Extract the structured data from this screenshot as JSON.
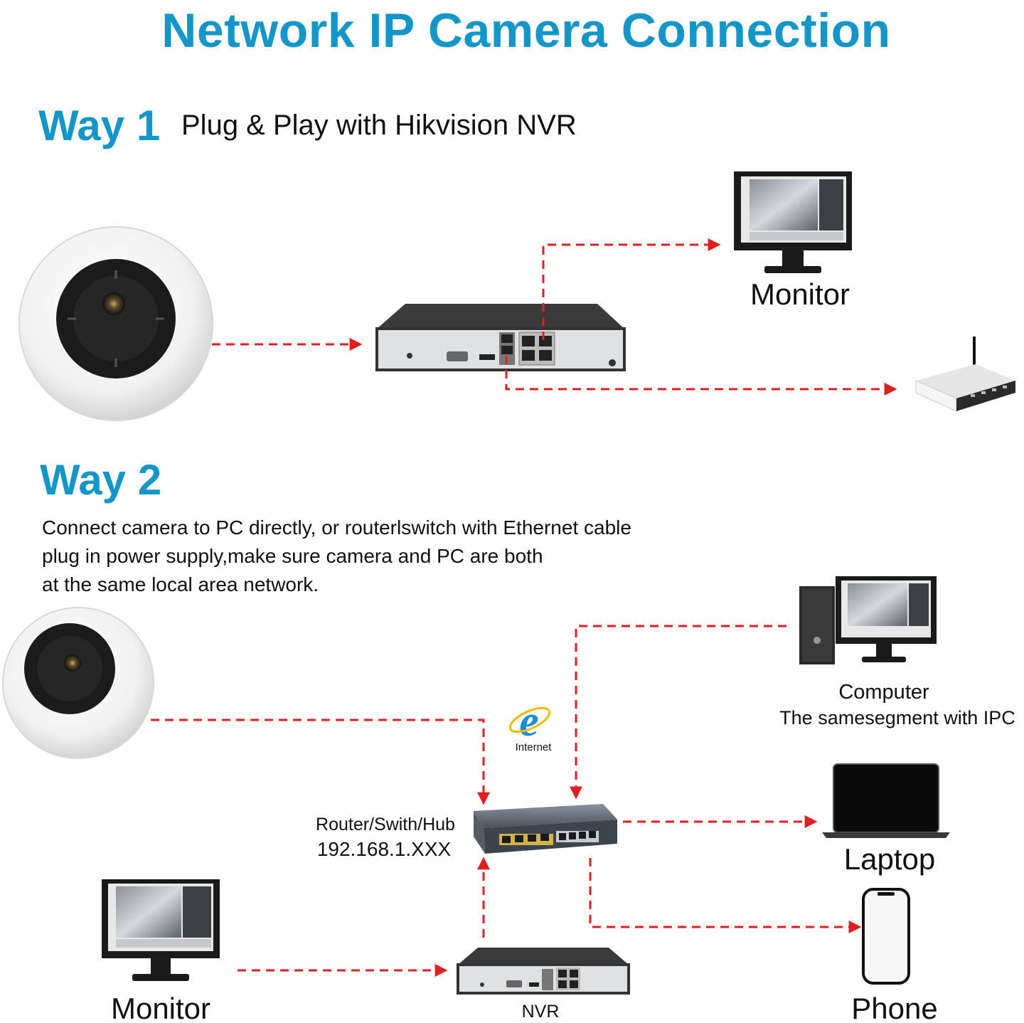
{
  "title": "Network IP Camera Connection",
  "way1": {
    "label": "Way 1",
    "subtitle": "Plug & Play with Hikvision NVR",
    "monitor_label": "Monitor"
  },
  "way2": {
    "label": "Way 2",
    "description": [
      "Connect camera to PC directly, or routerlswitch with Ethernet cable",
      "plug in power supply,make sure camera and PC are both",
      "at the same local area network."
    ],
    "computer_label": "Computer",
    "computer_sublabel": "The samesegment with IPC",
    "internet_label": "Internet",
    "router_label": "Router/Swith/Hub",
    "router_ip": "192.168.1.XXX",
    "laptop_label": "Laptop",
    "phone_label": "Phone",
    "monitor_label": "Monitor",
    "nvr_label": "NVR"
  },
  "colors": {
    "accent": "#1596c9",
    "connector": "#e02020"
  }
}
